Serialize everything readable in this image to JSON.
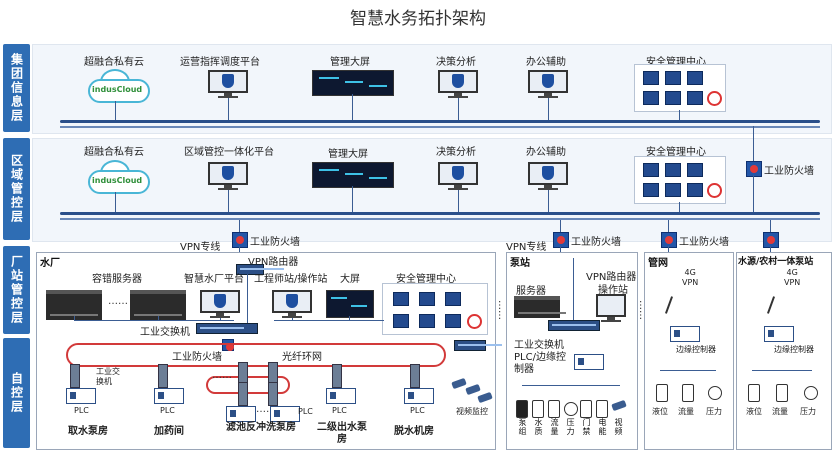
{
  "title": "智慧水务拓扑架构",
  "tiers": [
    {
      "id": "group",
      "label": "集团信息层"
    },
    {
      "id": "region",
      "label": "区域管控层"
    },
    {
      "id": "station",
      "label": "厂站管控层"
    },
    {
      "id": "auto",
      "label": "自控层"
    }
  ],
  "group_layer": {
    "cloud_label": "超融合私有云",
    "cloud_brand": "indusCloud",
    "ops_platform": "运营指挥调度平台",
    "big_screen": "管理大屏",
    "decision": "决策分析",
    "office": "办公辅助",
    "security_center": "安全管理中心"
  },
  "region_layer": {
    "cloud_label": "超融合私有云",
    "cloud_brand": "indusCloud",
    "platform": "区域管控一体化平台",
    "big_screen": "管理大屏",
    "decision": "决策分析",
    "office": "办公辅助",
    "security_center": "安全管理中心",
    "firewall": "工业防火墙"
  },
  "links": {
    "vpn_line_1": "VPN专线",
    "firewall_1": "工业防火墙",
    "vpn_line_2": "VPN专线",
    "firewall_2": "工业防火墙",
    "firewall_3": "工业防火墙"
  },
  "water_plant": {
    "title": "水厂",
    "vpn_router": "VPN路由器",
    "server_label": "容错服务器",
    "smart_platform": "智慧水厂平台",
    "engineer": "工程师站/操作站",
    "big_screen": "大屏",
    "security_center": "安全管理中心",
    "switch": "工业交换机",
    "firewall": "工业防火墙",
    "ring": "光纤环网",
    "ind_switch": "工业交换机",
    "plc": "PLC",
    "areas": [
      "取水泵房",
      "加药间",
      "滤池反冲洗泵房",
      "二级出水泵房",
      "脱水机房"
    ],
    "video": "视频监控"
  },
  "pump_station": {
    "title": "泵站",
    "server": "服务器",
    "vpn_router": "VPN路由器",
    "console": "操作站",
    "switch": "工业交换机",
    "plc": "PLC/边缘控制器",
    "sensors": [
      "泵组",
      "水质",
      "流量",
      "压力",
      "门禁",
      "电能",
      "视频"
    ]
  },
  "pipe_net": {
    "title": "管网",
    "net": "4G\nVPN",
    "edge": "边缘控制器",
    "sensors": [
      "液位",
      "流量",
      "压力"
    ]
  },
  "rural": {
    "title": "水源/农村一体泵站",
    "net": "4G\nVPN",
    "edge": "边缘控制器",
    "sensors": [
      "液位",
      "流量",
      "压力"
    ]
  },
  "ellipsis": "……"
}
